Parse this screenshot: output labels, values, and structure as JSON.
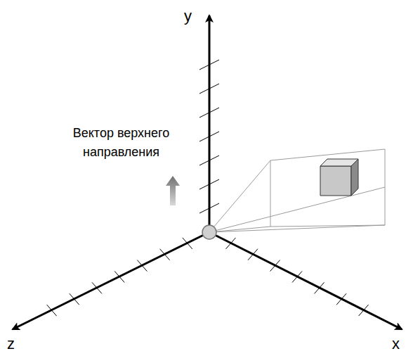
{
  "diagram": {
    "labels": [
      "y",
      "z",
      "x",
      "Вектор верхнего направления"
    ]
  }
}
